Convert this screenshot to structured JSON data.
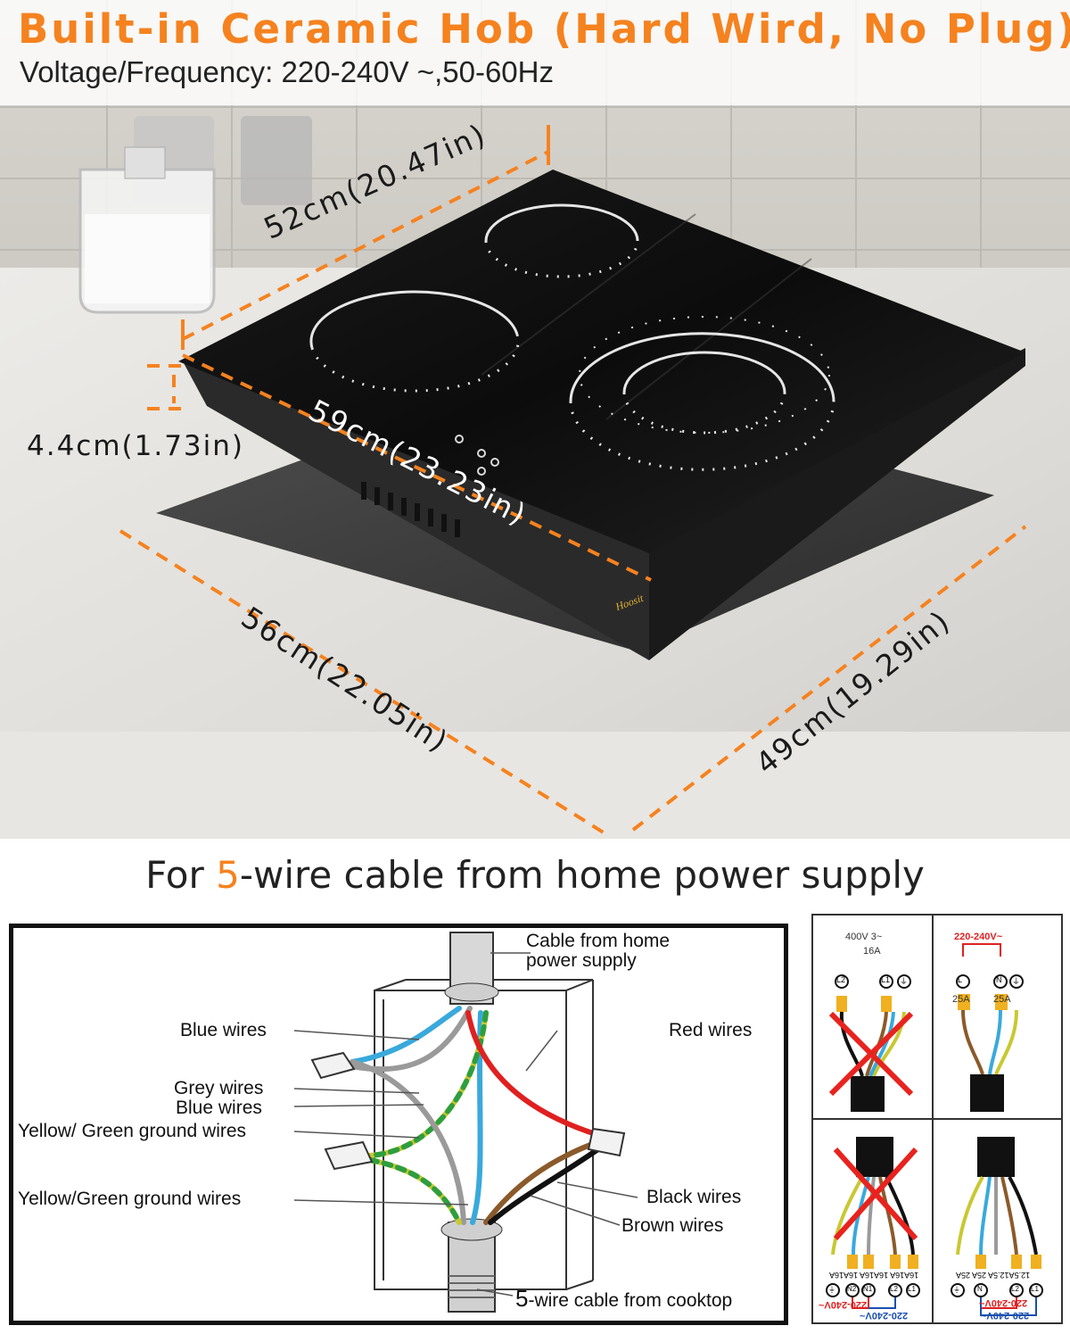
{
  "header": {
    "title": "Built-in Ceramic Hob (Hard Wird, No Plug)",
    "subtitle": "Voltage/Frequency: 220-240V ~,50-60Hz"
  },
  "dimensions": {
    "depth": "52cm(20.47in)",
    "height": "4.4cm(1.73in)",
    "width": "59cm(23.23in)",
    "cutout_width": "56cm(22.05in)",
    "cutout_depth": "49cm(19.29in)"
  },
  "product": {
    "brand_mark": "Hoosit"
  },
  "wiring": {
    "heading_prefix": "For",
    "heading_num": "5",
    "heading_rest": "-wire cable from home power supply",
    "top_cable": "Cable from home power supply",
    "blue_wires": "Blue  wires",
    "grey_wires": "Grey  wires",
    "blue_wires2": "Blue  wires",
    "yg_wires_1": "Yellow/ Green ground wires",
    "yg_wires_2": "Yellow/Green  ground wires",
    "red_wires": "Red wires",
    "black_wires": "Black wires",
    "brown_wires": "Brown wires",
    "bottom_cable_num": "5",
    "bottom_cable_rest": "-wire cable from cooktop"
  },
  "connection_grid": {
    "cell_tl": {
      "voltage": "400V 3~",
      "current": "16A",
      "terminals": [
        "L2",
        "L1",
        "⏚"
      ]
    },
    "cell_tr": {
      "voltage": "220-240V~",
      "ratings": [
        "25A",
        "25A"
      ],
      "terminals": [
        "L",
        "N",
        "⏚"
      ]
    },
    "cell_bl": {
      "ratings": "16A16A  16A16A  16A16A",
      "terminals": [
        "⏚",
        "N2",
        "N1",
        "L2",
        "L1"
      ],
      "voltage_1": "220-240V~",
      "voltage_2": "220-240V~"
    },
    "cell_br": {
      "ratings": "12.5A12.5A 25A  25A",
      "terminals": [
        "⏚",
        "N",
        "L2",
        "L1"
      ],
      "voltage_1": "220-240V~",
      "voltage_2": "220-240V~"
    }
  },
  "colors": {
    "accent": "#f5821f",
    "wire_blue": "#39a9dc",
    "wire_grey": "#9a9a9a",
    "wire_red": "#e02020",
    "wire_brown": "#8b5a2b",
    "wire_black": "#111111",
    "wire_yellow_green": "#c8c832",
    "cross_red": "#e8231e"
  }
}
